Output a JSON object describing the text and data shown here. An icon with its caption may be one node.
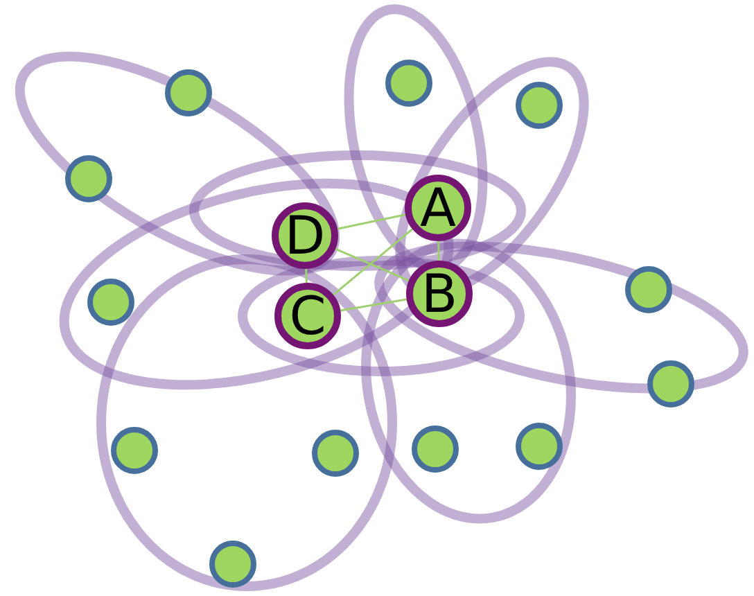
{
  "diagram": {
    "nodes": [
      {
        "text": [
          "A"
        ]
      },
      {
        "text": [
          "B"
        ]
      },
      {
        "text": [
          "C"
        ]
      },
      {
        "text": [
          "D"
        ]
      },
      {
        "text": [],
        "shape": "circle"
      },
      {
        "text": [],
        "shape": "circle"
      },
      {
        "text": [],
        "shape": "circle"
      },
      {
        "text": [],
        "shape": "circle"
      },
      {
        "text": [],
        "shape": "circle"
      },
      {
        "text": [],
        "shape": "circle"
      },
      {
        "text": [],
        "shape": "circle"
      },
      {
        "text": [],
        "shape": "circle"
      },
      {
        "text": [],
        "shape": "circle"
      },
      {
        "text": [],
        "shape": "circle"
      },
      {
        "text": [],
        "shape": "circle"
      },
      {
        "text": [],
        "shape": "circle"
      }
    ],
    "edges": [
      {
        "from": 3,
        "to": 0,
        "arrow": "none"
      },
      {
        "from": 0,
        "to": 1,
        "arrow": "none"
      },
      {
        "from": 3,
        "to": 2,
        "arrow": "none"
      },
      {
        "from": 2,
        "to": 0,
        "arrow": "none"
      },
      {
        "from": 2,
        "to": 1,
        "arrow": "none"
      },
      {
        "from": 3,
        "to": 1,
        "arrow": "none"
      }
    ]
  }
}
